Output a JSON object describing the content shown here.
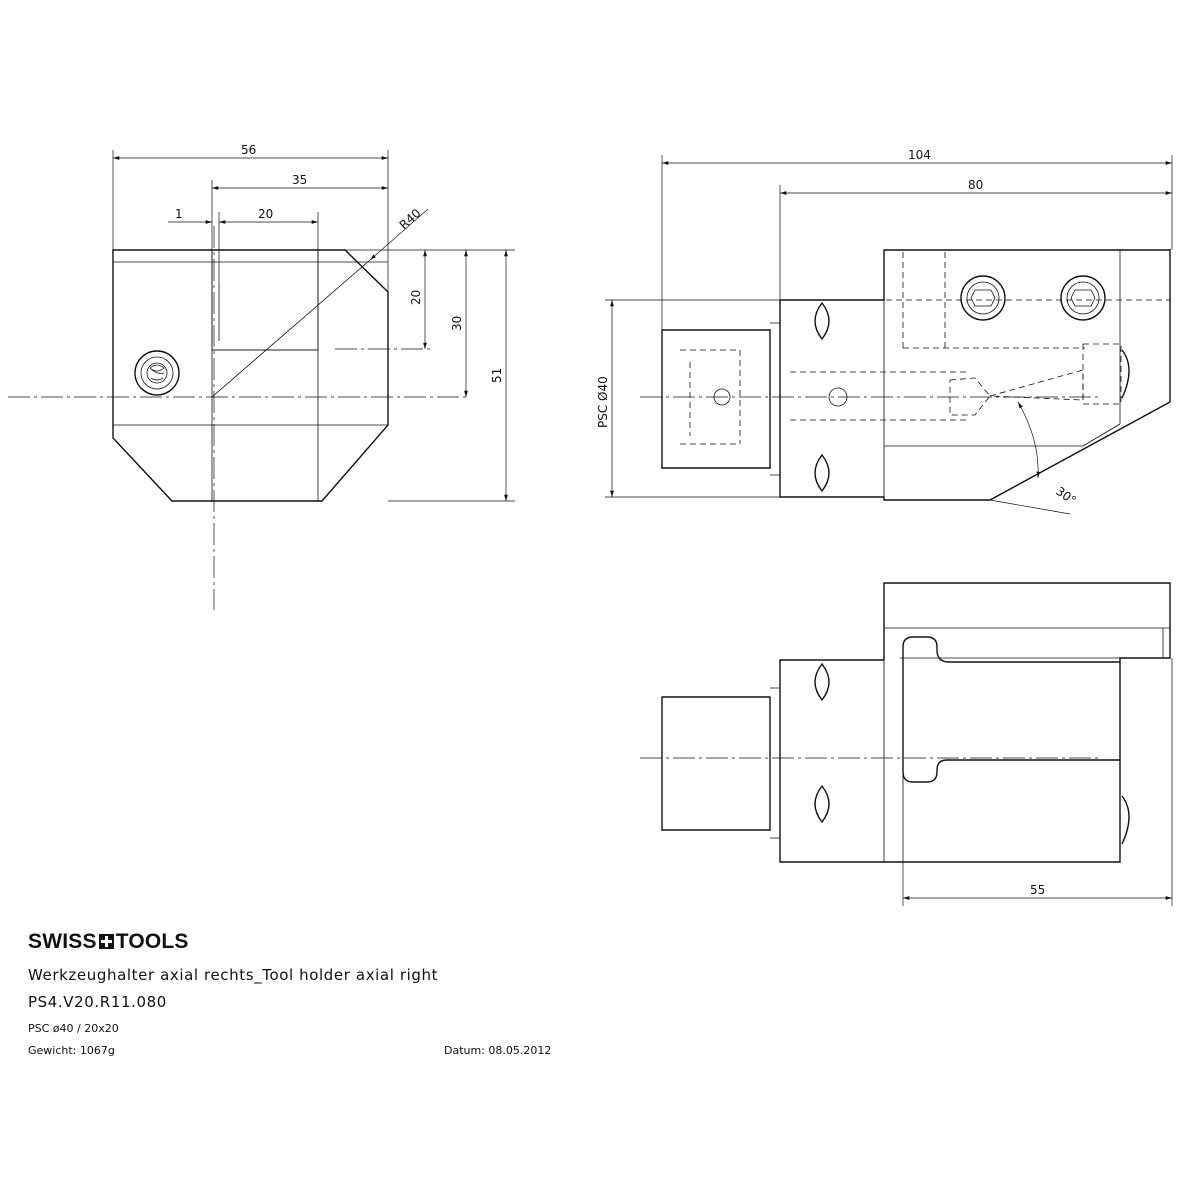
{
  "title_block": {
    "brand_left": "SWISS",
    "brand_right": "TOOLS",
    "description": "Werkzeughalter axial rechts_Tool holder axial right",
    "part_number": "PS4.V20.R11.080",
    "spec": "PSC ø40 / 20x20",
    "weight": "Gewicht: 1067g",
    "date": "Datum: 08.05.2012"
  },
  "dimensions": {
    "front_width": "56",
    "front_35": "35",
    "front_1": "1",
    "front_20_h": "20",
    "front_radius": "R40",
    "front_20_v": "20",
    "front_30_v": "30",
    "front_51_v": "51",
    "side_104": "104",
    "side_80": "80",
    "side_psc": "PSC Ø40",
    "side_angle": "30°",
    "top_55": "55"
  }
}
